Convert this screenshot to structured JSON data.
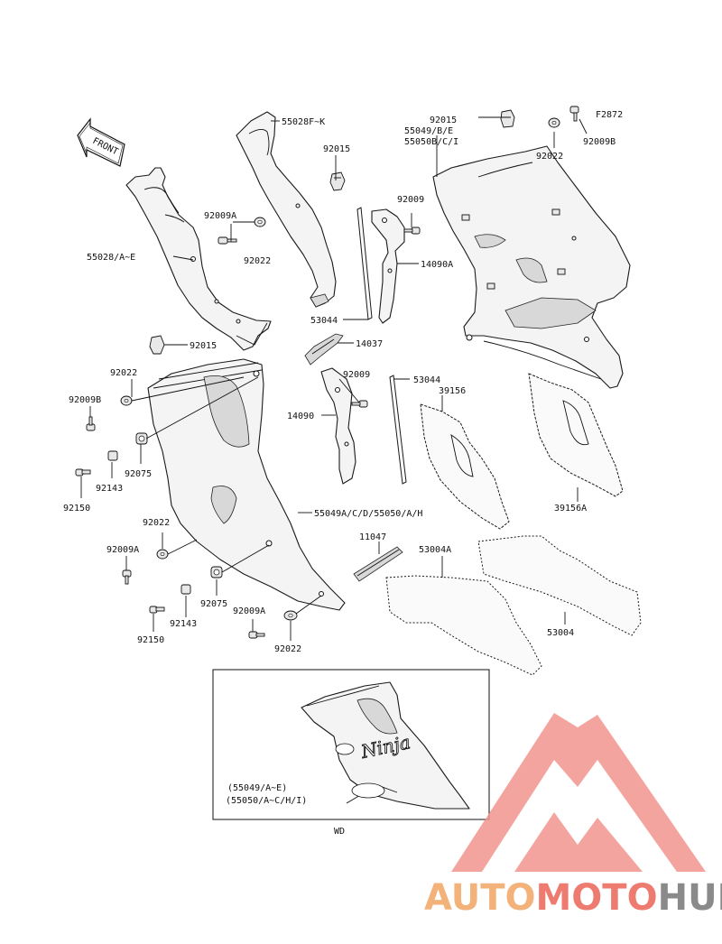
{
  "figure_code": "F2872",
  "front_arrow_label": "FRONT",
  "labels": {
    "l_55028fk": "55028F~K",
    "l_92015_a": "92015",
    "l_92009a_a": "92009A",
    "l_92022_a": "92022",
    "l_55028ae": "55028/A~E",
    "l_53044_a": "53044",
    "l_92009_a": "92009",
    "l_14090a": "14090A",
    "l_14037": "14037",
    "l_92015_b": "92015",
    "l_55049be": "55049/B/E",
    "l_55050bci": "55050B/C/I",
    "l_92022_b": "92022",
    "l_92009b_a": "92009B",
    "l_92015_c": "92015",
    "l_92022_c": "92022",
    "l_92009b_b": "92009B",
    "l_92075_a": "92075",
    "l_92143_a": "92143",
    "l_92150_a": "92150",
    "l_14090": "14090",
    "l_92009_b": "92009",
    "l_53044_b": "53044",
    "l_39156": "39156",
    "l_39156a": "39156A",
    "l_55049acd": "55049A/C/D/55050/A/H",
    "l_92022_d": "92022",
    "l_92009a_b": "92009A",
    "l_92075_b": "92075",
    "l_92143_b": "92143",
    "l_92150_b": "92150",
    "l_92009a_c": "92009A",
    "l_92022_e": "92022",
    "l_11047": "11047",
    "l_53004a": "53004A",
    "l_53004": "53004"
  },
  "inset": {
    "brand_script": "Ninja",
    "caption_line1": "(55049/A~E)",
    "caption_line2": "(55050/A~C/H/I)",
    "variant_label": "WD"
  },
  "watermark": {
    "part1": "AUTO",
    "part2": "MOTO",
    "part3": "HUB",
    "color_auto": "#f2b27a",
    "color_moto": "#ee7b70",
    "color_hub": "#8a8a8a",
    "logo_color": "#f08a84"
  }
}
